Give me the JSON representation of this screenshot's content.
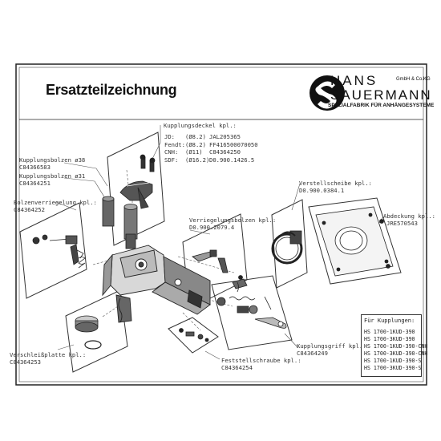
{
  "title": "Ersatzteilzeichnung",
  "brand": {
    "line1": "HANS",
    "line2": "SAUERMANN",
    "gmbh": "GmbH & Co.KG",
    "tagline": "SPEZIALFABRIK FÜR ANHÄNGESYSTEME",
    "logo_icon": "s-monogram-logo-icon"
  },
  "parts": {
    "kupplungsdeckel": {
      "name": "Kupplungsdeckel kpl.:"
    },
    "specs": [
      {
        "brand": "JD:",
        "size": "(Ø8.2)",
        "code": "JAL205365"
      },
      {
        "brand": "Fendt:",
        "size": "(Ø8.2)",
        "code": "FF416500070050"
      },
      {
        "brand": "CNH:",
        "size": "(Ø11)",
        "code": "C84364250"
      },
      {
        "brand": "SDF:",
        "size": "(Ø16.2)",
        "code": "D0.900.1426.5"
      }
    ],
    "bolzen38": {
      "name": "Kupplungsbolzen ø38",
      "code": "C84366583"
    },
    "bolzen31": {
      "name": "Kupplungsbolzen ø31",
      "code": "C84364251"
    },
    "bolzenverriegelung": {
      "name": "Bolzenverriegelung kpl.:",
      "code": "C84364252"
    },
    "verriegelungsbolzen": {
      "name": "Verriegelungsbolzen kpl.:",
      "code": "D0.900.2079.4"
    },
    "verstellscheibe": {
      "name": "Verstellscheibe kpl.:",
      "code": "D0.900.0384.1"
    },
    "abdeckung": {
      "name": "Abdeckung kpl.:",
      "code": "JRE570543"
    },
    "verschleissplatte": {
      "name": "Verschleißplatte kpl.:",
      "code": "C84364253"
    },
    "feststellschraube": {
      "name": "Feststellschraube kpl.:",
      "code": "C84364254"
    },
    "kupplungsgriff": {
      "name": "Kupplungsgriff kpl.:",
      "code": "C84364249"
    }
  },
  "legend": {
    "title": "Für Kupplungen:",
    "items": [
      "HS 1700-1KUD-390",
      "HS 1700-3KUD-390",
      "HS 1700-1KUD-390-CNH",
      "HS 1700-3KUD-390-CNH",
      "HS 1700-1KUD-390-S",
      "HS 1700-3KUD-390-S"
    ]
  }
}
